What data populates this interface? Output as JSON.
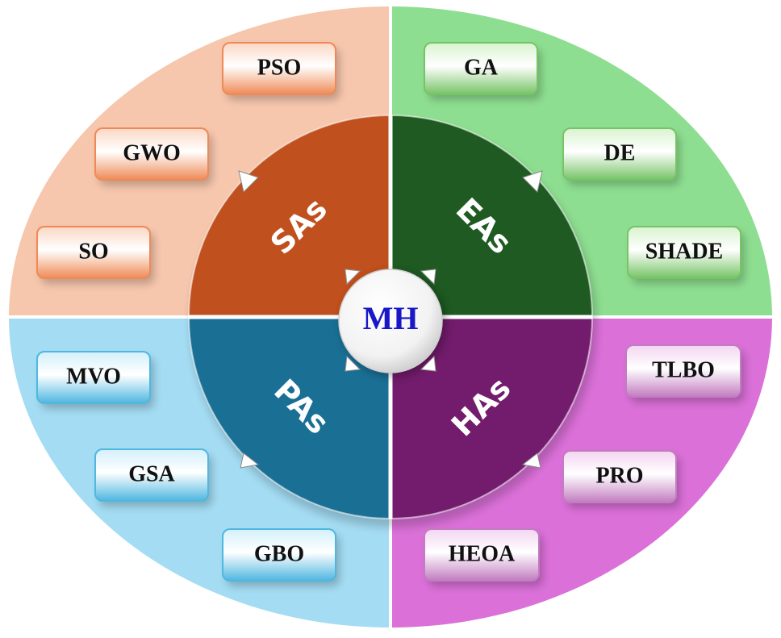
{
  "center": {
    "label": "MH",
    "color": "#1818c8"
  },
  "categories": [
    {
      "key": "sas",
      "label": "SAs",
      "quadrant": "top-left",
      "bg": "#f6c6ad",
      "wedge": "#c0501d",
      "wedge_dark": "#8e3512",
      "box_light": "#fbd7c4",
      "box_dark": "#ef8a56",
      "methods": [
        "PSO",
        "GWO",
        "SO"
      ]
    },
    {
      "key": "eas",
      "label": "EAs",
      "quadrant": "top-right",
      "bg": "#8ede91",
      "wedge": "#1e5a22",
      "wedge_dark": "#0f3812",
      "box_light": "#d8f3cf",
      "box_dark": "#76c466",
      "methods": [
        "GA",
        "DE",
        "SHADE"
      ]
    },
    {
      "key": "pas",
      "label": "PAs",
      "quadrant": "bottom-left",
      "bg": "#a4dcf3",
      "wedge": "#1a6f95",
      "wedge_dark": "#0c4863",
      "box_light": "#d3f0fb",
      "box_dark": "#4fb7e0",
      "methods": [
        "MVO",
        "GSA",
        "GBO"
      ]
    },
    {
      "key": "has",
      "label": "HAs",
      "quadrant": "bottom-right",
      "bg": "#da70d8",
      "wedge": "#731c6d",
      "wedge_dark": "#4b0f47",
      "box_light": "#f3d5f1",
      "box_dark": "#c27cc0",
      "methods": [
        "TLBO",
        "PRO",
        "HEOA"
      ]
    }
  ]
}
